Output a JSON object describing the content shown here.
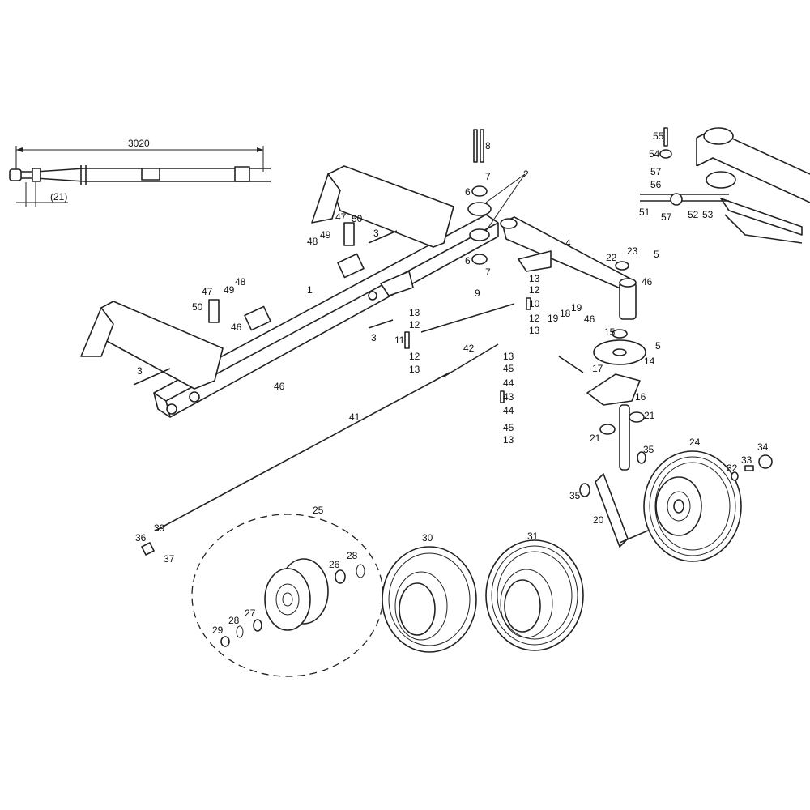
{
  "diagram": {
    "title": "Exploded parts diagram – transport chassis with wheels",
    "dimensions": {
      "overall_length": "3020",
      "offset": "(21)"
    },
    "labels": [
      "8",
      "2",
      "7",
      "6",
      "6",
      "7",
      "9",
      "55",
      "54",
      "57",
      "56",
      "51",
      "57",
      "52",
      "53",
      "4",
      "23",
      "22",
      "5",
      "46",
      "13",
      "12",
      "10",
      "12",
      "13",
      "19",
      "18",
      "19",
      "46",
      "15",
      "5",
      "14",
      "17",
      "16",
      "21",
      "21",
      "35",
      "24",
      "34",
      "33",
      "32",
      "35",
      "20",
      "1",
      "47",
      "50",
      "49",
      "48",
      "3",
      "47",
      "48",
      "49",
      "50",
      "46",
      "3",
      "3",
      "46",
      "13",
      "12",
      "11",
      "12",
      "13",
      "42",
      "13",
      "45",
      "44",
      "43",
      "44",
      "45",
      "13",
      "41",
      "25",
      "39",
      "36",
      "37",
      "30",
      "31",
      "26",
      "28",
      "27",
      "28",
      "29"
    ]
  }
}
